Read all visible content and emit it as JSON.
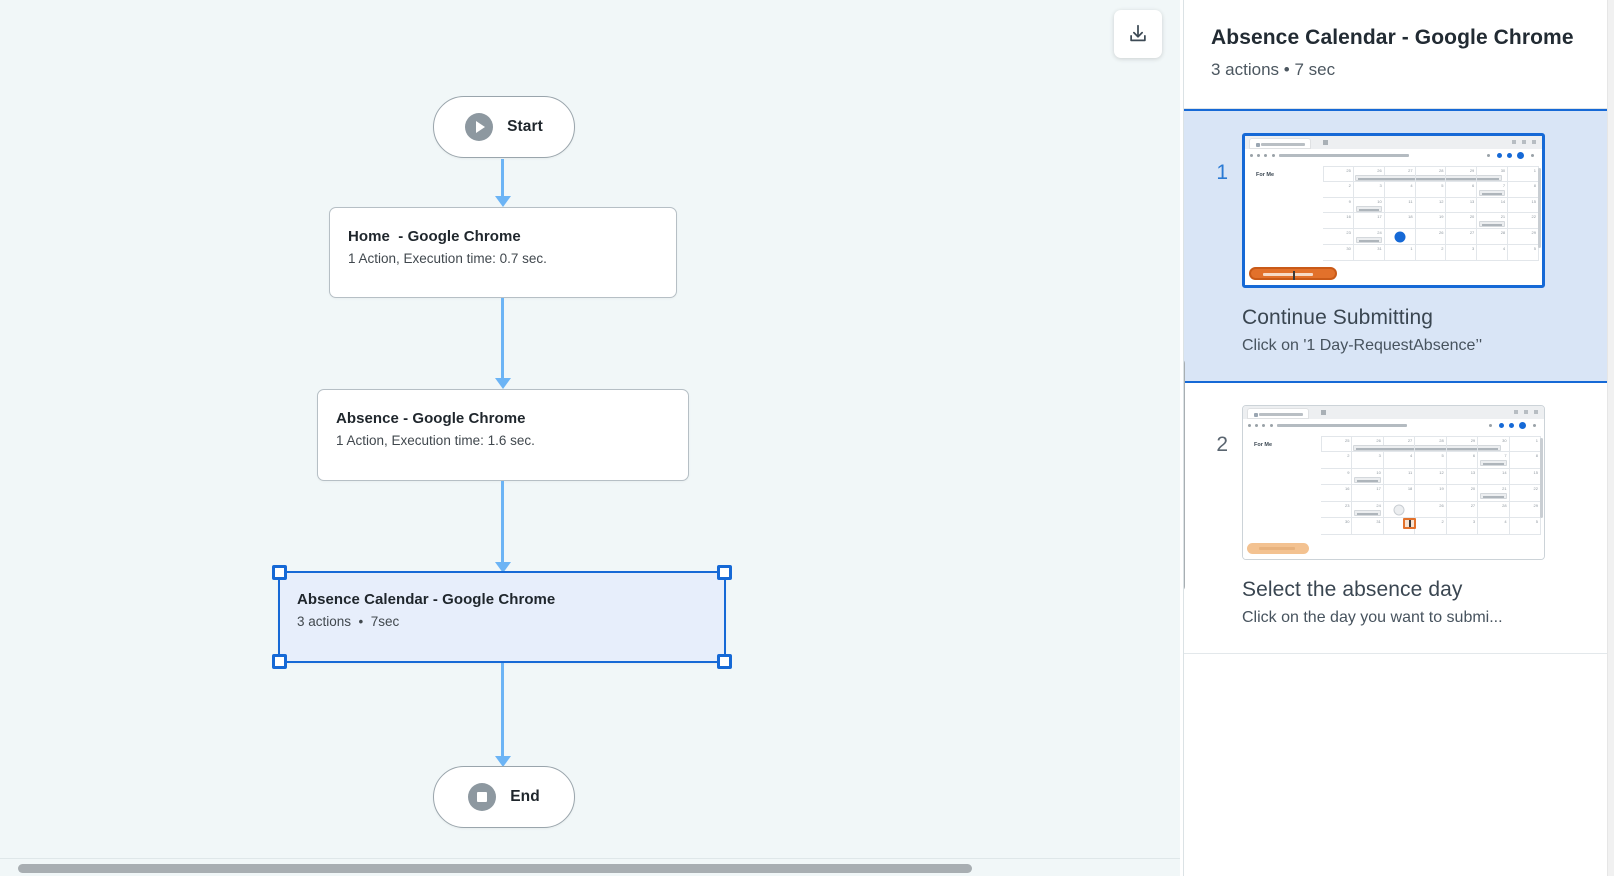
{
  "canvas": {
    "background_color": "#f1f7f8",
    "connector_color": "#6cb4f5",
    "nodes": [
      {
        "id": "start",
        "type": "terminator",
        "label": "Start",
        "icon": "play-icon"
      },
      {
        "id": "home",
        "type": "step",
        "title": "Home  - Google Chrome",
        "subtitle": "1 Action, Execution time: 0.7 sec."
      },
      {
        "id": "absence",
        "type": "step",
        "title": "Absence - Google Chrome",
        "subtitle": "1 Action, Execution time: 1.6 sec."
      },
      {
        "id": "absence-calendar",
        "type": "step",
        "selected": true,
        "title": "Absence Calendar - Google Chrome",
        "subtitle": "3 actions  •  7sec"
      },
      {
        "id": "end",
        "type": "terminator",
        "label": "End",
        "icon": "stop-icon"
      }
    ],
    "horizontal_scrollbar": {
      "visible": true
    }
  },
  "toolbar": {
    "download_icon": "download-icon"
  },
  "panel": {
    "title": "Absence Calendar - Google Chrome",
    "meta": "3 actions • 7 sec",
    "accent_color": "#1669d6",
    "active_step_bg": "#d9e5f6",
    "steps": [
      {
        "number": "1",
        "title": "Continue Submitting",
        "description": "Click on '1 Day-RequestAbsence’'",
        "active": true,
        "thumbnail": {
          "sidebar_label": "For Me",
          "button_label_visible": true,
          "highlight_color": "#e2712b"
        }
      },
      {
        "number": "2",
        "title": "Select the absence day",
        "description": "Click on the day you want to submi...",
        "active": false,
        "thumbnail": {
          "sidebar_label": "For Me",
          "button_label_visible": true,
          "highlight_color": "#e2712b"
        }
      }
    ]
  }
}
